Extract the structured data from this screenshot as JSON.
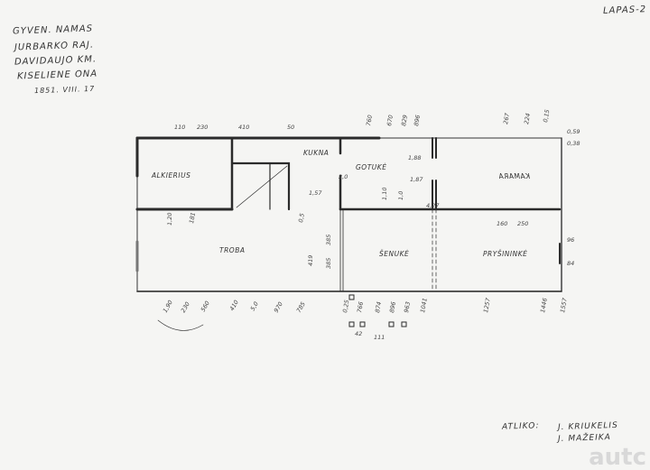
{
  "sheet": {
    "label": "LAPAS-2"
  },
  "header": {
    "lines": [
      "GYVEN. NAMAS",
      "JURBARKO RAJ.",
      "DAVIDAUJO KM.",
      "KISELIENE ONA"
    ],
    "date": "1851. VIII. 17"
  },
  "rooms": {
    "alkierius": "ALKIERIUS",
    "troba": "TROBA",
    "kukna": "KUKNA",
    "gotuke": "GOTUKĖ",
    "kamara": "KAMARA",
    "senuke": "ŠENUKĖ",
    "prysininke": "PRYŠININKĖ"
  },
  "dimensions": [
    "110",
    "230",
    "410",
    "50",
    "760",
    "670",
    "829",
    "896",
    "267",
    "224",
    "0,15",
    "1,20",
    "181",
    "1,57",
    "2,0",
    "1,88",
    "1,87",
    "4,27",
    "1,10",
    "1,0",
    "160",
    "250",
    "419",
    "385",
    "385",
    "0,5",
    "0,25",
    "1,90",
    "230",
    "560",
    "410",
    "5,0",
    "970",
    "785",
    "766",
    "874",
    "896",
    "963",
    "1041",
    "1257",
    "1446",
    "1557",
    "42",
    "111",
    "0,59",
    "0,38",
    "96",
    "84"
  ],
  "footer": {
    "credit_label": "ATLIKO:",
    "authors": [
      "J. KRIUKELIS",
      "J. MAŽEIKA"
    ]
  },
  "watermark": "autc"
}
